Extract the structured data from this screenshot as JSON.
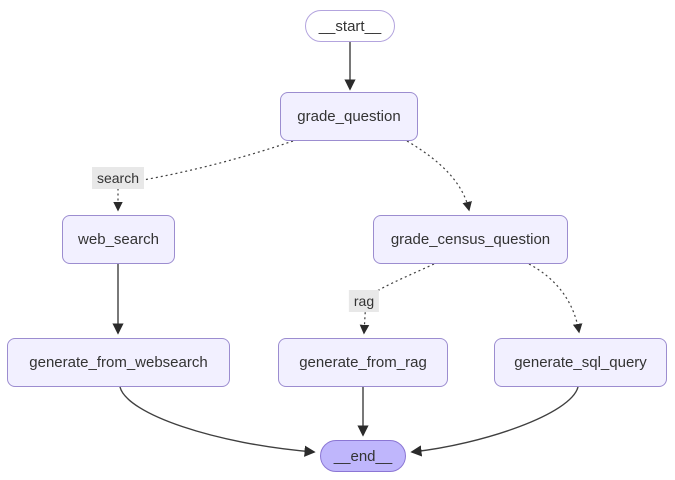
{
  "diagram": {
    "type": "flowchart",
    "direction": "top-down",
    "nodes": [
      {
        "id": "__start__",
        "label": "__start__",
        "shape": "stadium"
      },
      {
        "id": "grade_question",
        "label": "grade_question",
        "shape": "rect"
      },
      {
        "id": "web_search",
        "label": "web_search",
        "shape": "rect"
      },
      {
        "id": "grade_census_question",
        "label": "grade_census_question",
        "shape": "rect"
      },
      {
        "id": "generate_from_websearch",
        "label": "generate_from_websearch",
        "shape": "rect"
      },
      {
        "id": "generate_from_rag",
        "label": "generate_from_rag",
        "shape": "rect"
      },
      {
        "id": "generate_sql_query",
        "label": "generate_sql_query",
        "shape": "rect"
      },
      {
        "id": "__end__",
        "label": "__end__",
        "shape": "stadium"
      }
    ],
    "edges": [
      {
        "from": "__start__",
        "to": "grade_question",
        "style": "solid",
        "label": ""
      },
      {
        "from": "grade_question",
        "to": "web_search",
        "style": "dotted",
        "label": "search"
      },
      {
        "from": "grade_question",
        "to": "grade_census_question",
        "style": "dotted",
        "label": ""
      },
      {
        "from": "grade_census_question",
        "to": "generate_from_rag",
        "style": "dotted",
        "label": "rag"
      },
      {
        "from": "grade_census_question",
        "to": "generate_sql_query",
        "style": "dotted",
        "label": ""
      },
      {
        "from": "web_search",
        "to": "generate_from_websearch",
        "style": "solid",
        "label": ""
      },
      {
        "from": "generate_from_websearch",
        "to": "__end__",
        "style": "solid",
        "label": ""
      },
      {
        "from": "generate_from_rag",
        "to": "__end__",
        "style": "solid",
        "label": ""
      },
      {
        "from": "generate_sql_query",
        "to": "__end__",
        "style": "solid",
        "label": ""
      }
    ],
    "colors": {
      "node_fill": "#f2f0ff",
      "node_border": "#9c8dd0",
      "start_fill": "#ffffff",
      "end_fill": "#bfb6fc",
      "end_border": "#8b76d4",
      "edge_stroke": "#3f3f3f",
      "arrowhead": "#2b2b2b",
      "edge_label_background": "#e8e8e8",
      "text": "#333333",
      "background": "#ffffff"
    }
  }
}
